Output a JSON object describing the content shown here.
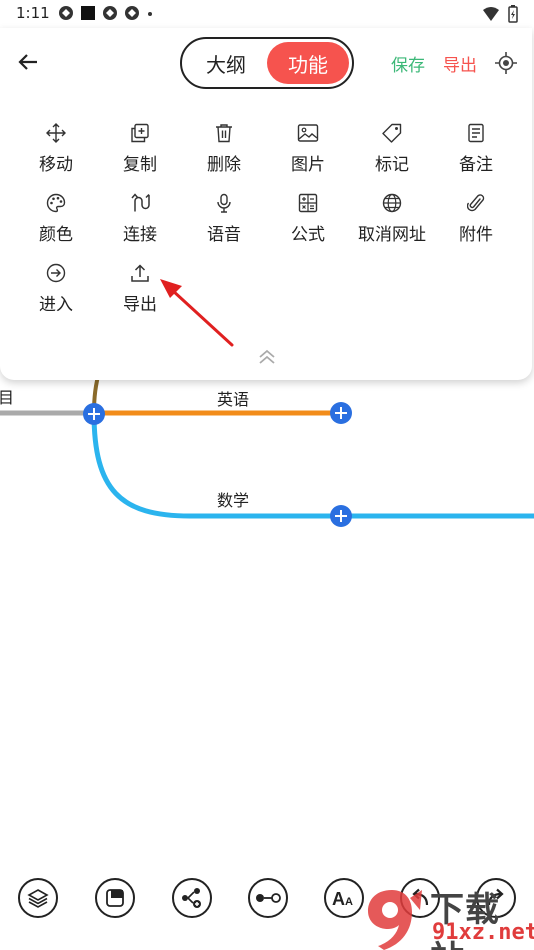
{
  "status_bar": {
    "time": "1:11"
  },
  "header": {
    "back_icon": "arrow-left-icon",
    "tabs": [
      {
        "label": "大纲",
        "active": false
      },
      {
        "label": "功能",
        "active": true
      }
    ],
    "save_label": "保存",
    "export_label": "导出",
    "locate_icon": "locate-icon"
  },
  "tools": [
    {
      "label": "移动",
      "icon": "move-icon"
    },
    {
      "label": "复制",
      "icon": "copy-icon"
    },
    {
      "label": "删除",
      "icon": "trash-icon"
    },
    {
      "label": "图片",
      "icon": "image-icon"
    },
    {
      "label": "标记",
      "icon": "tag-icon"
    },
    {
      "label": "备注",
      "icon": "note-icon"
    },
    {
      "label": "颜色",
      "icon": "palette-icon"
    },
    {
      "label": "连接",
      "icon": "connect-icon"
    },
    {
      "label": "语音",
      "icon": "mic-icon"
    },
    {
      "label": "公式",
      "icon": "formula-icon"
    },
    {
      "label": "取消网址",
      "icon": "globe-icon"
    },
    {
      "label": "附件",
      "icon": "paperclip-icon"
    },
    {
      "label": "进入",
      "icon": "enter-icon"
    },
    {
      "label": "导出",
      "icon": "upload-icon"
    }
  ],
  "mindmap": {
    "parent_partial_label": "科目",
    "nodes": [
      {
        "label": "英语",
        "color": "#f28c1a"
      },
      {
        "label": "数学",
        "color": "#2bb4ee"
      }
    ],
    "plus_color": "#2a6fe0"
  },
  "bottom_toolbar": [
    {
      "icon": "layers-icon"
    },
    {
      "icon": "layout-icon"
    },
    {
      "icon": "mindmap-add-icon"
    },
    {
      "icon": "relation-line-icon"
    },
    {
      "icon": "text-style-icon"
    },
    {
      "icon": "undo-icon"
    },
    {
      "icon": "redo-icon"
    }
  ],
  "watermark": {
    "cn": "下载站",
    "en": "91xz.net"
  }
}
